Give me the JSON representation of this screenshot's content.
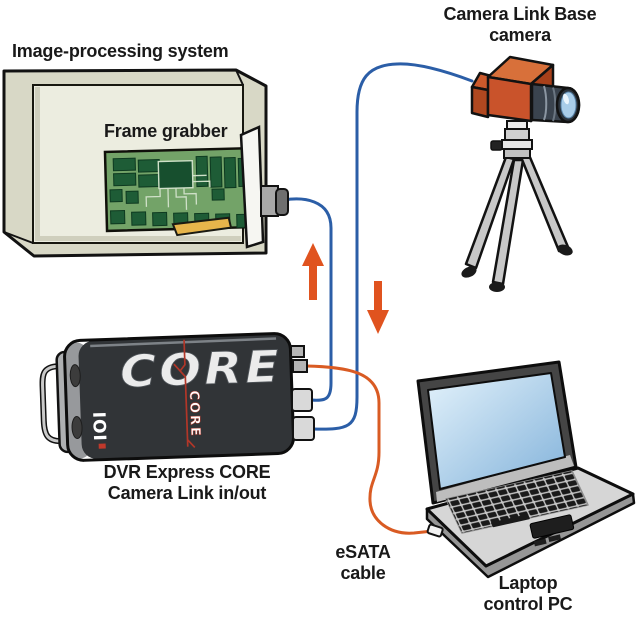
{
  "diagram": {
    "labels": {
      "image_processing_system": "Image-processing system",
      "frame_grabber": "Frame grabber",
      "camera_line1": "Camera Link Base",
      "camera_line2": "camera",
      "dvr_line1": "DVR Express CORE",
      "dvr_line2": "Camera Link in/out",
      "esata_line1": "eSATA",
      "esata_line2": "cable",
      "laptop_line1": "Laptop",
      "laptop_line2": "control PC"
    },
    "device_text": {
      "core_logo": "CORE",
      "core_side_logo": "CORE",
      "ioi_logo": "IOI"
    },
    "colors": {
      "cable_blue": "#2b5ea7",
      "cable_orange": "#d95b23",
      "arrow_orange": "#e0531f",
      "camera_orange": "#c9532b",
      "pcb_green": "#73a368",
      "chip_green": "#1e5c36",
      "gold_connector": "#e7b54b",
      "case_beige": "#d8d8c6",
      "case_interior": "#ecede0",
      "core_body": "#313437",
      "core_red_line": "#b23628",
      "laptop_screen_blue": "#a9cde9"
    }
  }
}
